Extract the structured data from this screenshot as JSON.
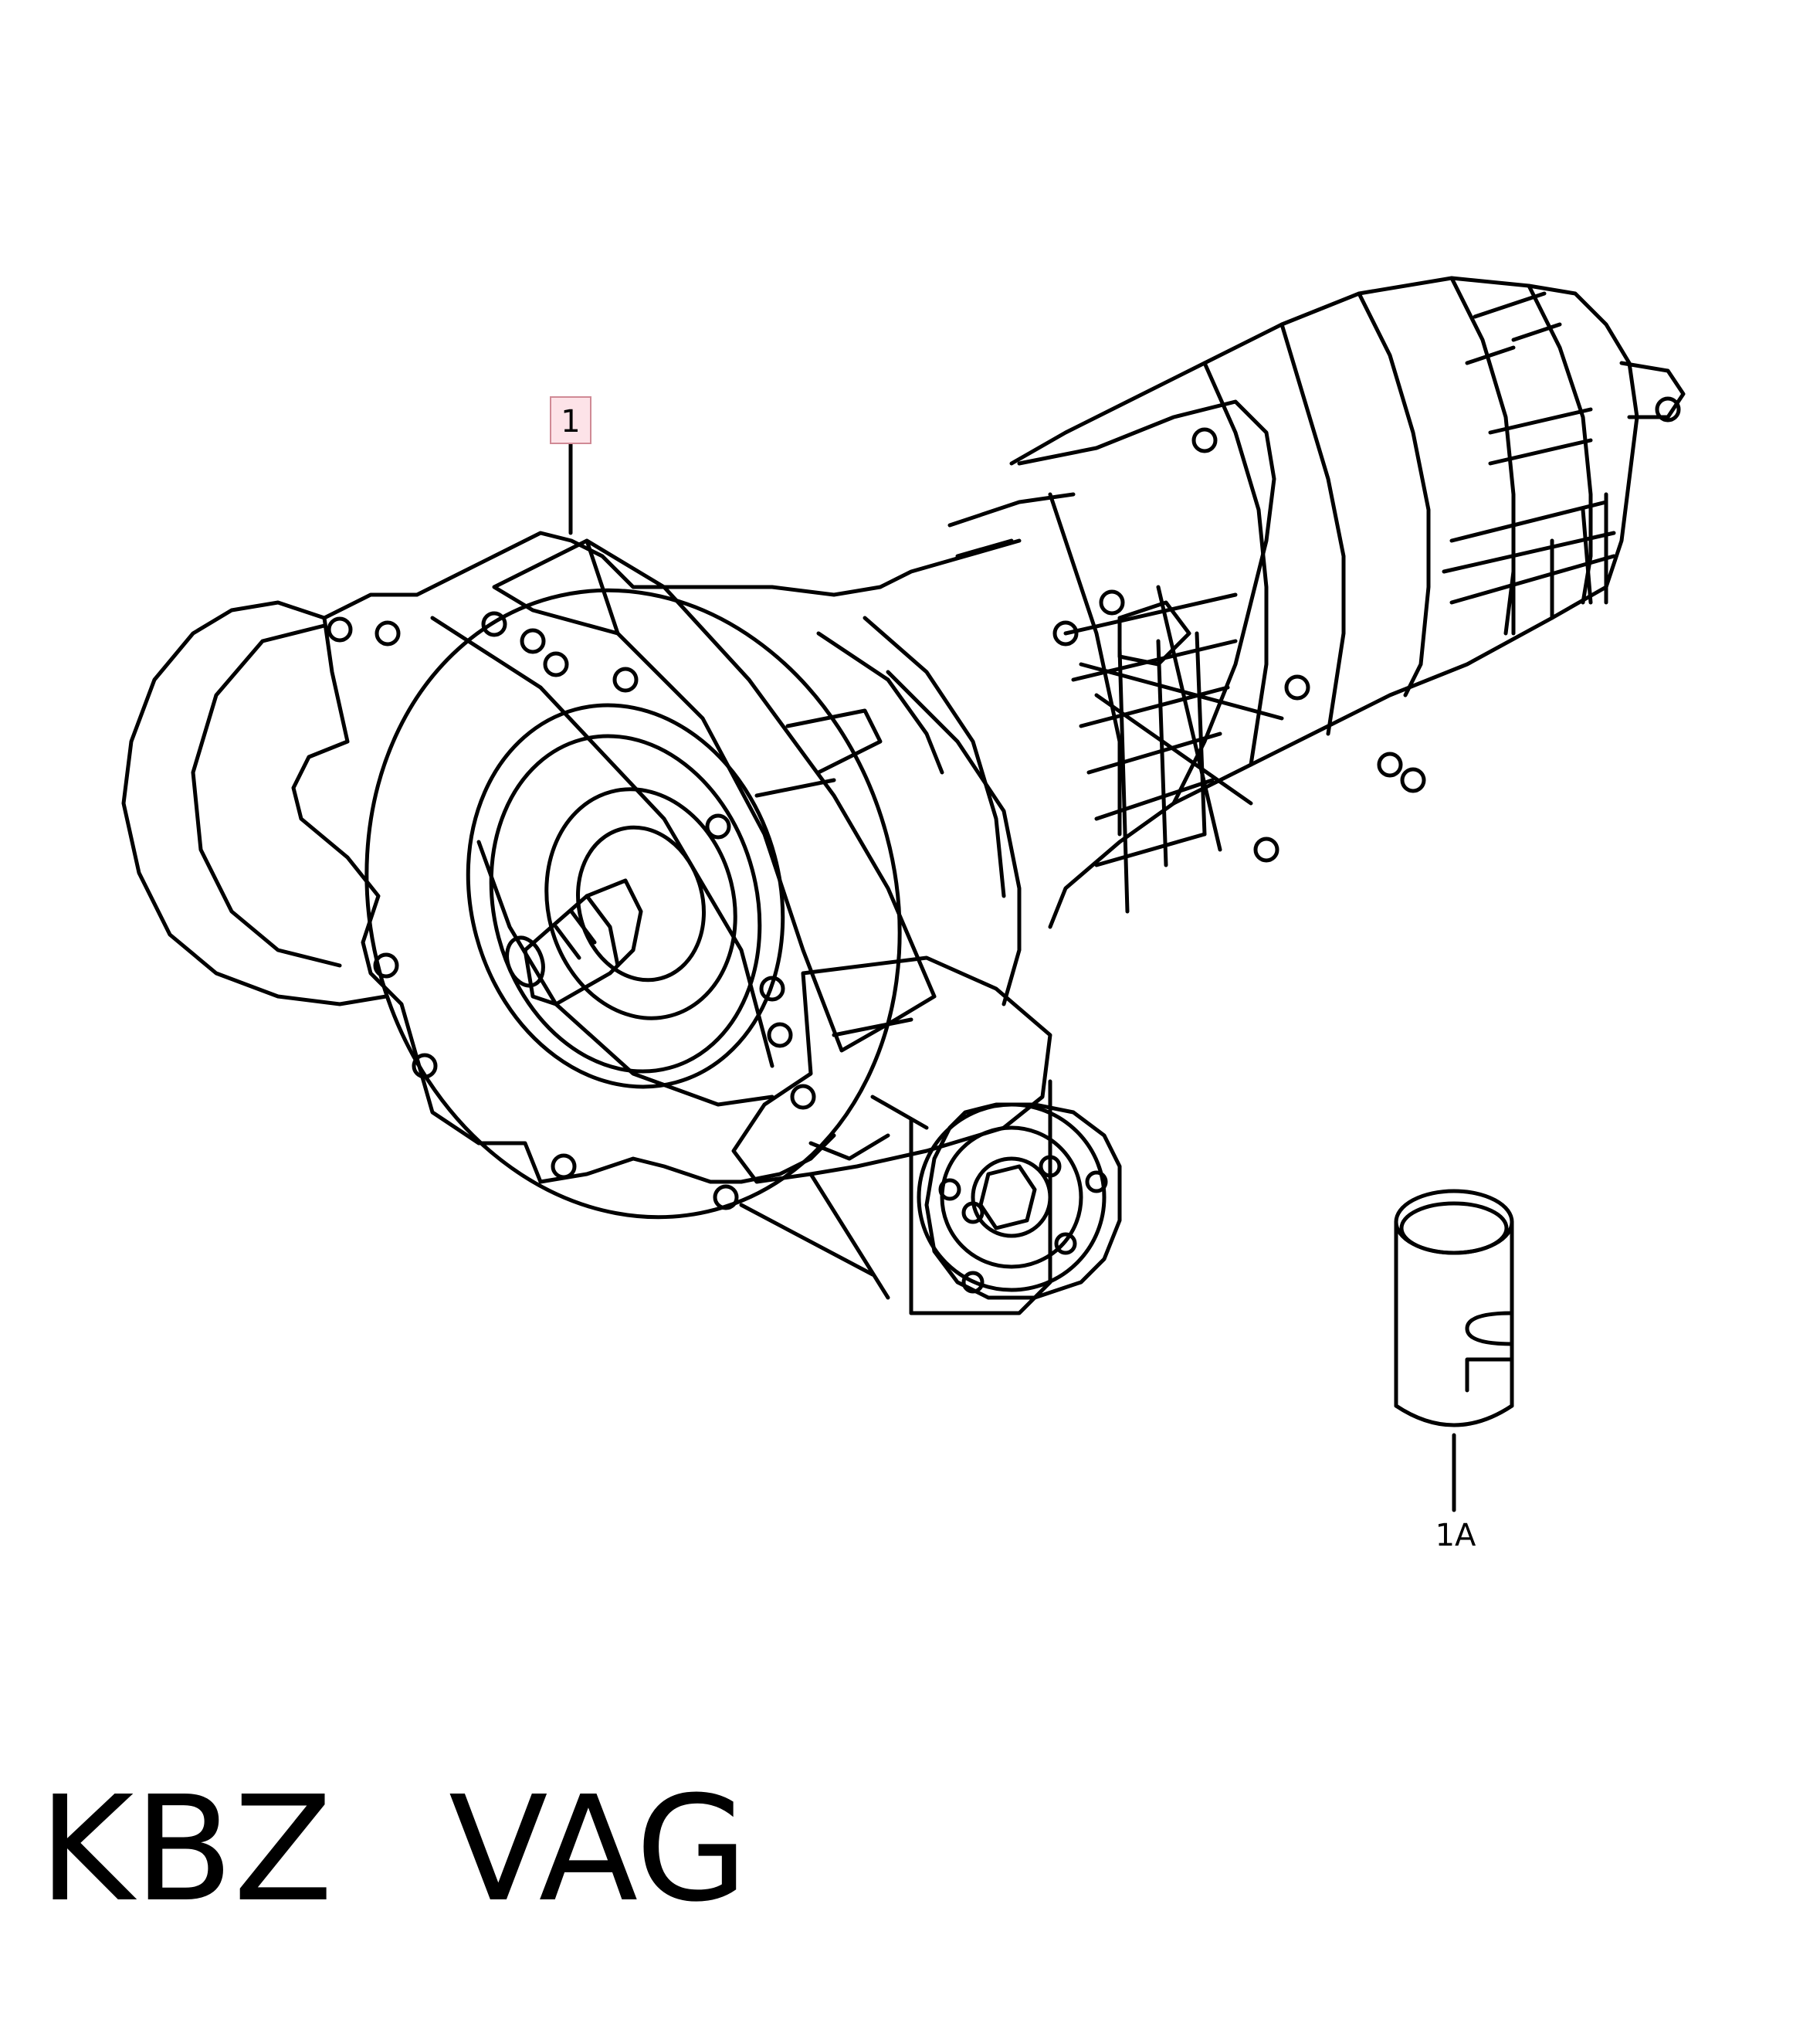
{
  "diagram": {
    "parts": [
      {
        "label": "1",
        "highlighted": true,
        "name": "transmission-assembly"
      },
      {
        "label": "1A",
        "highlighted": false,
        "name": "oil-container"
      }
    ],
    "highlight_fill": "#fde3e8",
    "highlight_border": "#d08a95"
  },
  "footer": {
    "code": "KBZ",
    "brand": "VAG"
  }
}
